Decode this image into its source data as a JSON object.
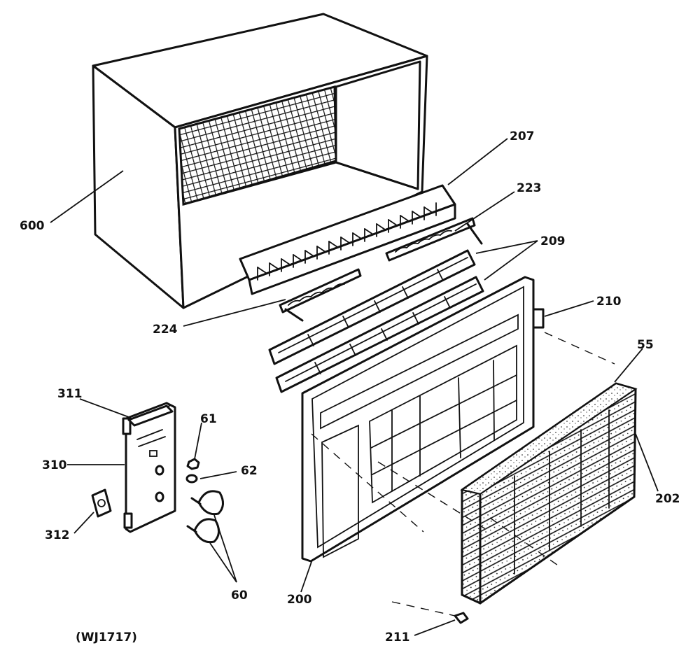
{
  "diagram": {
    "drawing_code": "(WJ1717)",
    "labels": {
      "p600": "600",
      "p207": "207",
      "p223": "223",
      "p209": "209",
      "p224": "224",
      "p210": "210",
      "p55": "55",
      "p311": "311",
      "p61": "61",
      "p310": "310",
      "p62": "62",
      "p312": "312",
      "p60": "60",
      "p200": "200",
      "p202": "202",
      "p211": "211"
    },
    "colors": {
      "ink": "#111111",
      "paper": "#ffffff"
    }
  }
}
